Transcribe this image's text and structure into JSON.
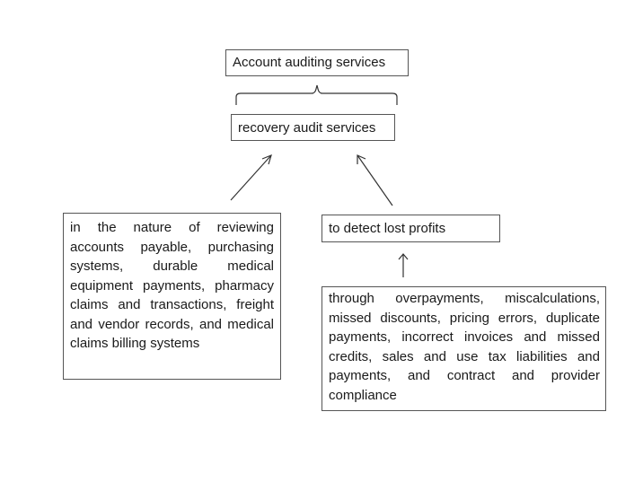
{
  "diagram": {
    "top_label": "Account auditing services",
    "recovery_label": "recovery audit services",
    "left_text": "in the nature of reviewing accounts payable, purchasing systems, durable medical equipment payments, pharmacy claims and transactions, freight and vendor records, and medical claims billing systems",
    "profits_label": "to detect lost profits",
    "right_text": "through overpayments, miscalculations, missed discounts, pricing errors, duplicate payments, incorrect invoices and missed credits, sales and use tax liabilities and payments, and contract and provider compliance"
  }
}
